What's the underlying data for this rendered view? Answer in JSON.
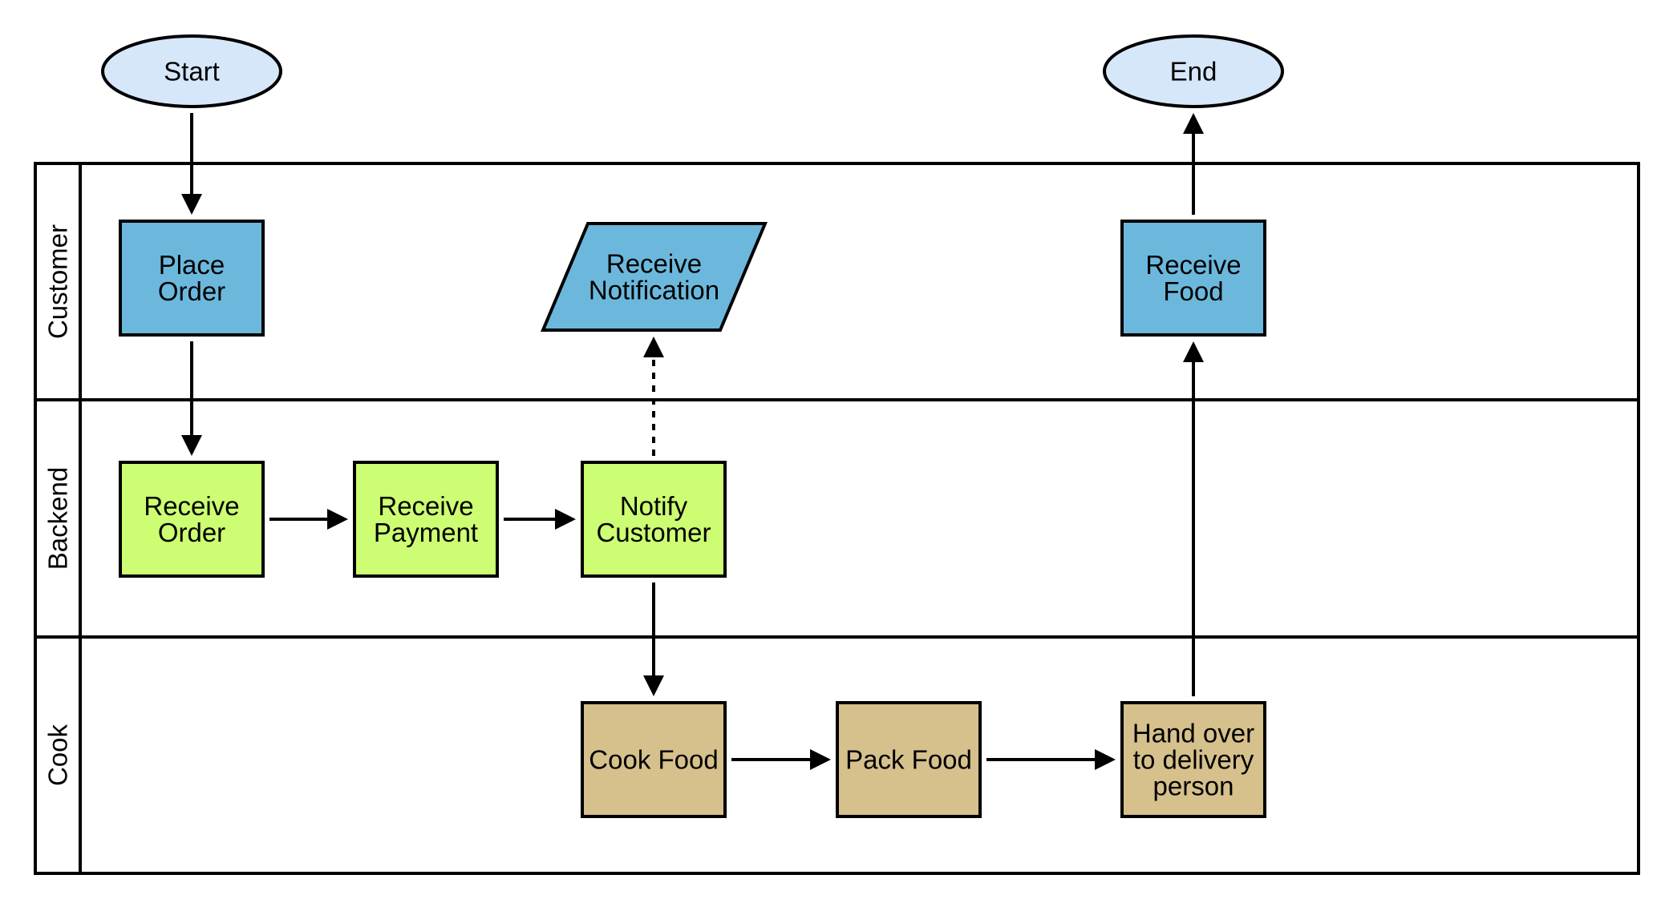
{
  "colors": {
    "terminal": "#d6e7fa",
    "customer": "#6cb8dd",
    "backend": "#ccfd72",
    "cook": "#d6c08c"
  },
  "lanes": [
    {
      "id": "customer",
      "label": "Customer"
    },
    {
      "id": "backend",
      "label": "Backend"
    },
    {
      "id": "cook",
      "label": "Cook"
    }
  ],
  "nodes": [
    {
      "id": "start",
      "shape": "ellipse",
      "color": "terminal",
      "lines": [
        "Start"
      ]
    },
    {
      "id": "end",
      "shape": "ellipse",
      "color": "terminal",
      "lines": [
        "End"
      ]
    },
    {
      "id": "place_order",
      "shape": "rect",
      "color": "customer",
      "lines": [
        "Place",
        "Order"
      ]
    },
    {
      "id": "receive_notification",
      "shape": "parallelogram",
      "color": "customer",
      "lines": [
        "Receive",
        "Notification"
      ]
    },
    {
      "id": "receive_food",
      "shape": "rect",
      "color": "customer",
      "lines": [
        "Receive",
        "Food"
      ]
    },
    {
      "id": "receive_order",
      "shape": "rect",
      "color": "backend",
      "lines": [
        "Receive",
        "Order"
      ]
    },
    {
      "id": "receive_payment",
      "shape": "rect",
      "color": "backend",
      "lines": [
        "Receive",
        "Payment"
      ]
    },
    {
      "id": "notify_customer",
      "shape": "rect",
      "color": "backend",
      "lines": [
        "Notify",
        "Customer"
      ]
    },
    {
      "id": "cook_food",
      "shape": "rect",
      "color": "cook",
      "lines": [
        "Cook Food"
      ]
    },
    {
      "id": "pack_food",
      "shape": "rect",
      "color": "cook",
      "lines": [
        "Pack Food"
      ]
    },
    {
      "id": "hand_over",
      "shape": "rect",
      "color": "cook",
      "lines": [
        "Hand over",
        "to delivery",
        "person"
      ]
    }
  ],
  "edges": [
    {
      "from": "start",
      "to": "place_order",
      "style": "solid"
    },
    {
      "from": "place_order",
      "to": "receive_order",
      "style": "solid"
    },
    {
      "from": "receive_order",
      "to": "receive_payment",
      "style": "solid"
    },
    {
      "from": "receive_payment",
      "to": "notify_customer",
      "style": "solid"
    },
    {
      "from": "notify_customer",
      "to": "receive_notification",
      "style": "dashed"
    },
    {
      "from": "notify_customer",
      "to": "cook_food",
      "style": "solid"
    },
    {
      "from": "cook_food",
      "to": "pack_food",
      "style": "solid"
    },
    {
      "from": "pack_food",
      "to": "hand_over",
      "style": "solid"
    },
    {
      "from": "hand_over",
      "to": "receive_food",
      "style": "solid"
    },
    {
      "from": "receive_food",
      "to": "end",
      "style": "solid"
    }
  ]
}
